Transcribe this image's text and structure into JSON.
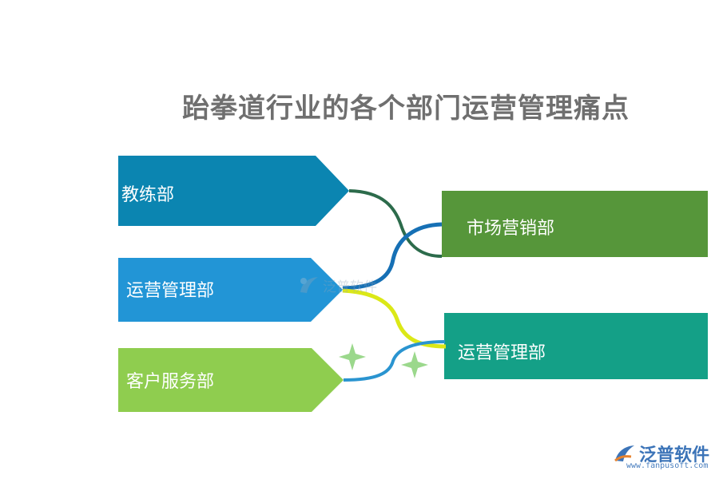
{
  "title": "跆拳道行业的各个部门运营管理痛点",
  "left_nodes": [
    {
      "label": "教练部",
      "color": "#0b85b1"
    },
    {
      "label": "运营管理部",
      "color": "#2295d6"
    },
    {
      "label": "客户服务部",
      "color": "#8fcd4f"
    }
  ],
  "right_nodes": [
    {
      "label": "市场营销部",
      "color": "#56963a"
    },
    {
      "label": "运营管理部",
      "color": "#14a087"
    }
  ],
  "connector_colors": {
    "dark_green": "#2c6b4b",
    "blue": "#1670b5",
    "yellow_green": "#dbe817",
    "sky_blue": "#2a94d0"
  },
  "sparkle_color": "#9bd88c",
  "watermark": "泛普软件",
  "logo": {
    "text": "泛普软件",
    "url": "www.fanpusoft.com"
  }
}
